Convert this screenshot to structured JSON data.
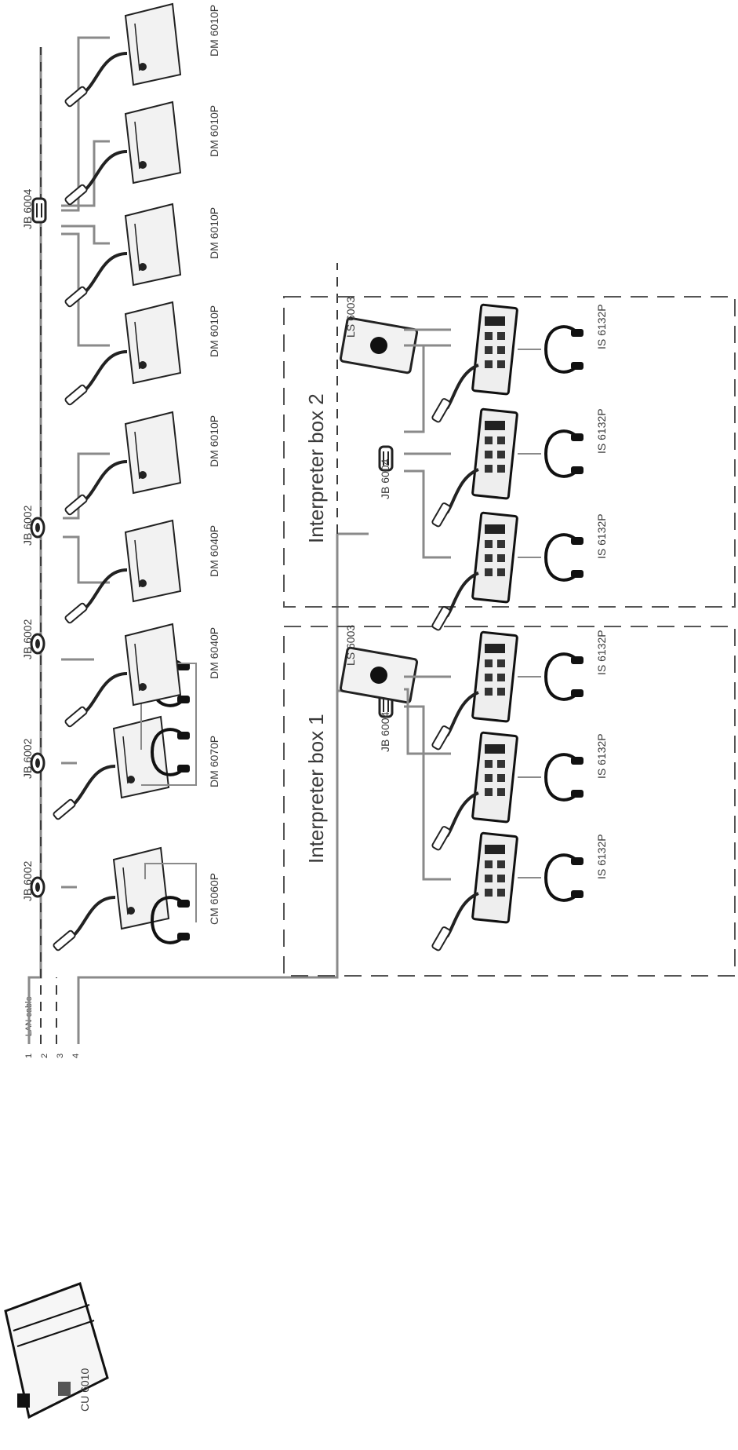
{
  "cu": {
    "label": "CU 6010"
  },
  "lan": {
    "title": "LAN cable",
    "numbers": [
      "1",
      "2",
      "3",
      "4"
    ]
  },
  "junctions": {
    "jb1": "JB 6002",
    "jb2": "JB 6002",
    "jb3": "JB 6002",
    "jb4": "JB 6002",
    "jb5": "JB 6004",
    "jbi1": "JB 6004",
    "jbi2": "JB 6004"
  },
  "units": {
    "u1": "CM 6060P",
    "u2": "DM 6070P",
    "u3": "DM 6040P",
    "u4": "DM 6040P",
    "u5": "DM 6010P",
    "u6": "DM 6010P",
    "u7": "DM 6010P",
    "u8": "DM 6010P",
    "u9": "DM 6010P"
  },
  "interpreter_boxes": [
    {
      "title": "Interpreter box 1",
      "speaker": "LS 6003",
      "desks": [
        "IS 6132P",
        "IS 6132P",
        "IS 6132P"
      ]
    },
    {
      "title": "Interpreter box 2",
      "speaker": "LS 6003",
      "desks": [
        "IS 6132P",
        "IS 6132P",
        "IS 6132P"
      ]
    }
  ]
}
